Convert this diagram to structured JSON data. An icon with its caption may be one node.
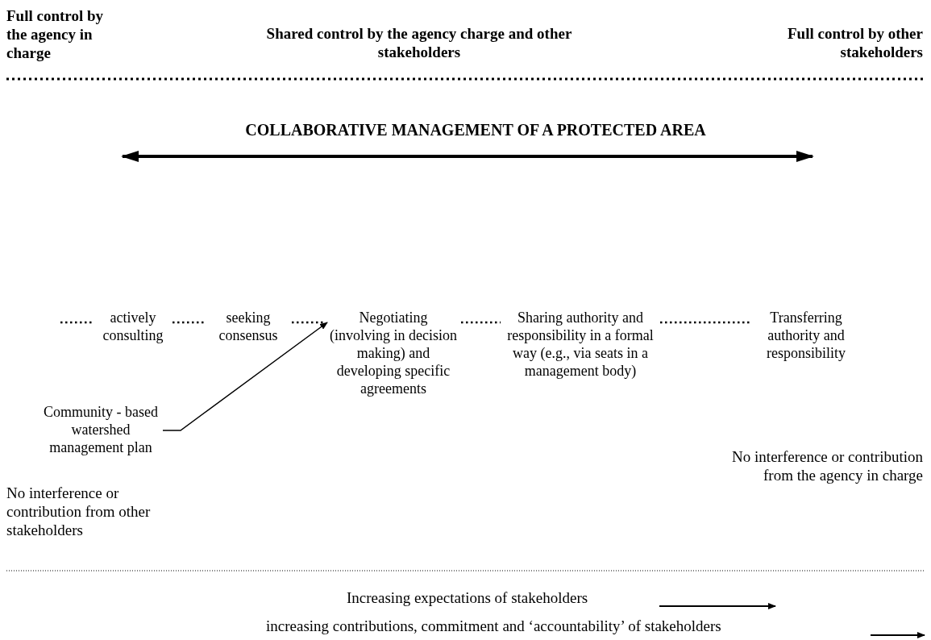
{
  "diagram": {
    "title": "COLLABORATIVE MANAGEMENT OF A PROTECTED AREA",
    "nodes": [
      {
        "text": [
          "actively consulting"
        ]
      },
      {
        "text": [
          "seeking consensus"
        ]
      },
      {
        "text": [
          "Negotiating (involving in decision making) and developing specific agreements"
        ]
      },
      {
        "text": [
          "Sharing authority and responsibility in a formal way (e.g., via seats in a management body)"
        ]
      },
      {
        "text": [
          "Transferring authority and responsibility"
        ]
      },
      {
        "text": [
          "Community - based watershed management plan"
        ]
      }
    ],
    "edges": [
      {
        "from": null,
        "to": 0,
        "arrow": "none",
        "style": "dashed"
      },
      {
        "from": 0,
        "to": 1,
        "arrow": "none",
        "style": "dashed"
      },
      {
        "from": 1,
        "to": 2,
        "arrow": "none",
        "style": "dashed"
      },
      {
        "from": 2,
        "to": 3,
        "arrow": "none",
        "style": "dashed"
      },
      {
        "from": 3,
        "to": 4,
        "arrow": "none",
        "style": "dashed"
      },
      {
        "from": 5,
        "to": 2,
        "arrow": "to"
      }
    ],
    "labels": [
      "Full control by the agency in charge",
      "Shared control by the agency charge and other stakeholders",
      "Full control by other stakeholders",
      "No interference or contribution from other stakeholders",
      "No interference or contribution from the agency in charge",
      "Increasing expectations of stakeholders",
      "increasing contributions, commitment and ‘accountability’ of stakeholders"
    ]
  }
}
